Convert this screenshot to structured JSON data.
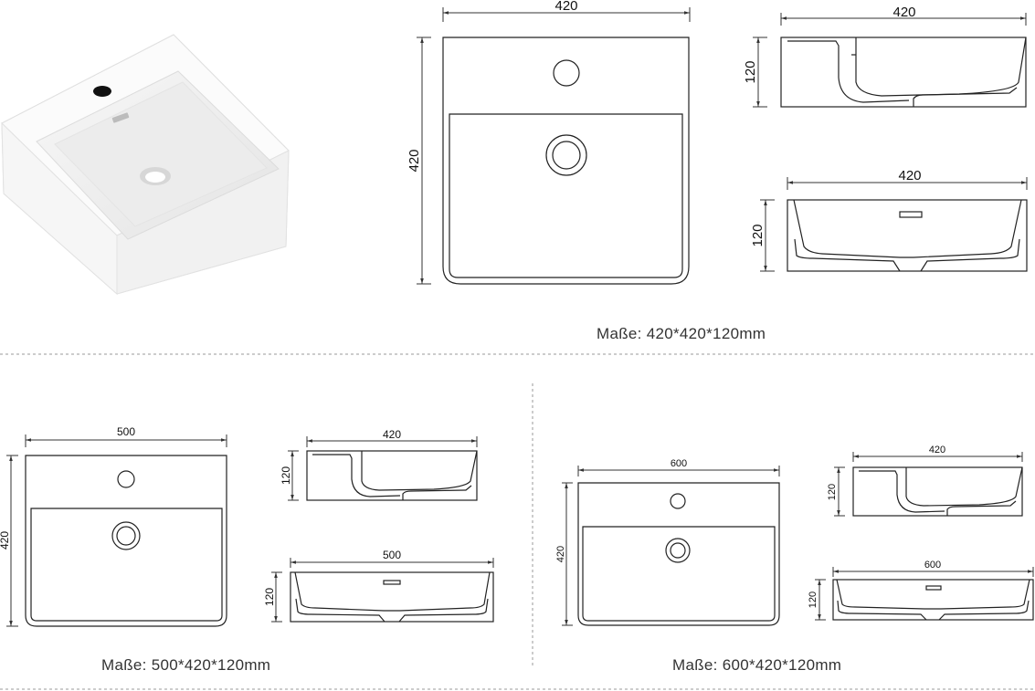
{
  "hero": {
    "caption": "Maße: 420*420*120mm",
    "top_view": {
      "width": "420",
      "depth": "420"
    },
    "side_view": {
      "width": "420",
      "height": "120"
    },
    "front_view": {
      "width": "420",
      "height": "120"
    }
  },
  "variant_500": {
    "caption": "Maße: 500*420*120mm",
    "top_view": {
      "width": "500",
      "depth": "420"
    },
    "side_view": {
      "width": "420",
      "height": "120"
    },
    "front_view": {
      "width": "500",
      "height": "120"
    }
  },
  "variant_600": {
    "caption": "Maße: 600*420*120mm",
    "top_view": {
      "width": "600",
      "depth": "420"
    },
    "side_view": {
      "width": "420",
      "height": "120"
    },
    "front_view": {
      "width": "600",
      "height": "120"
    }
  }
}
